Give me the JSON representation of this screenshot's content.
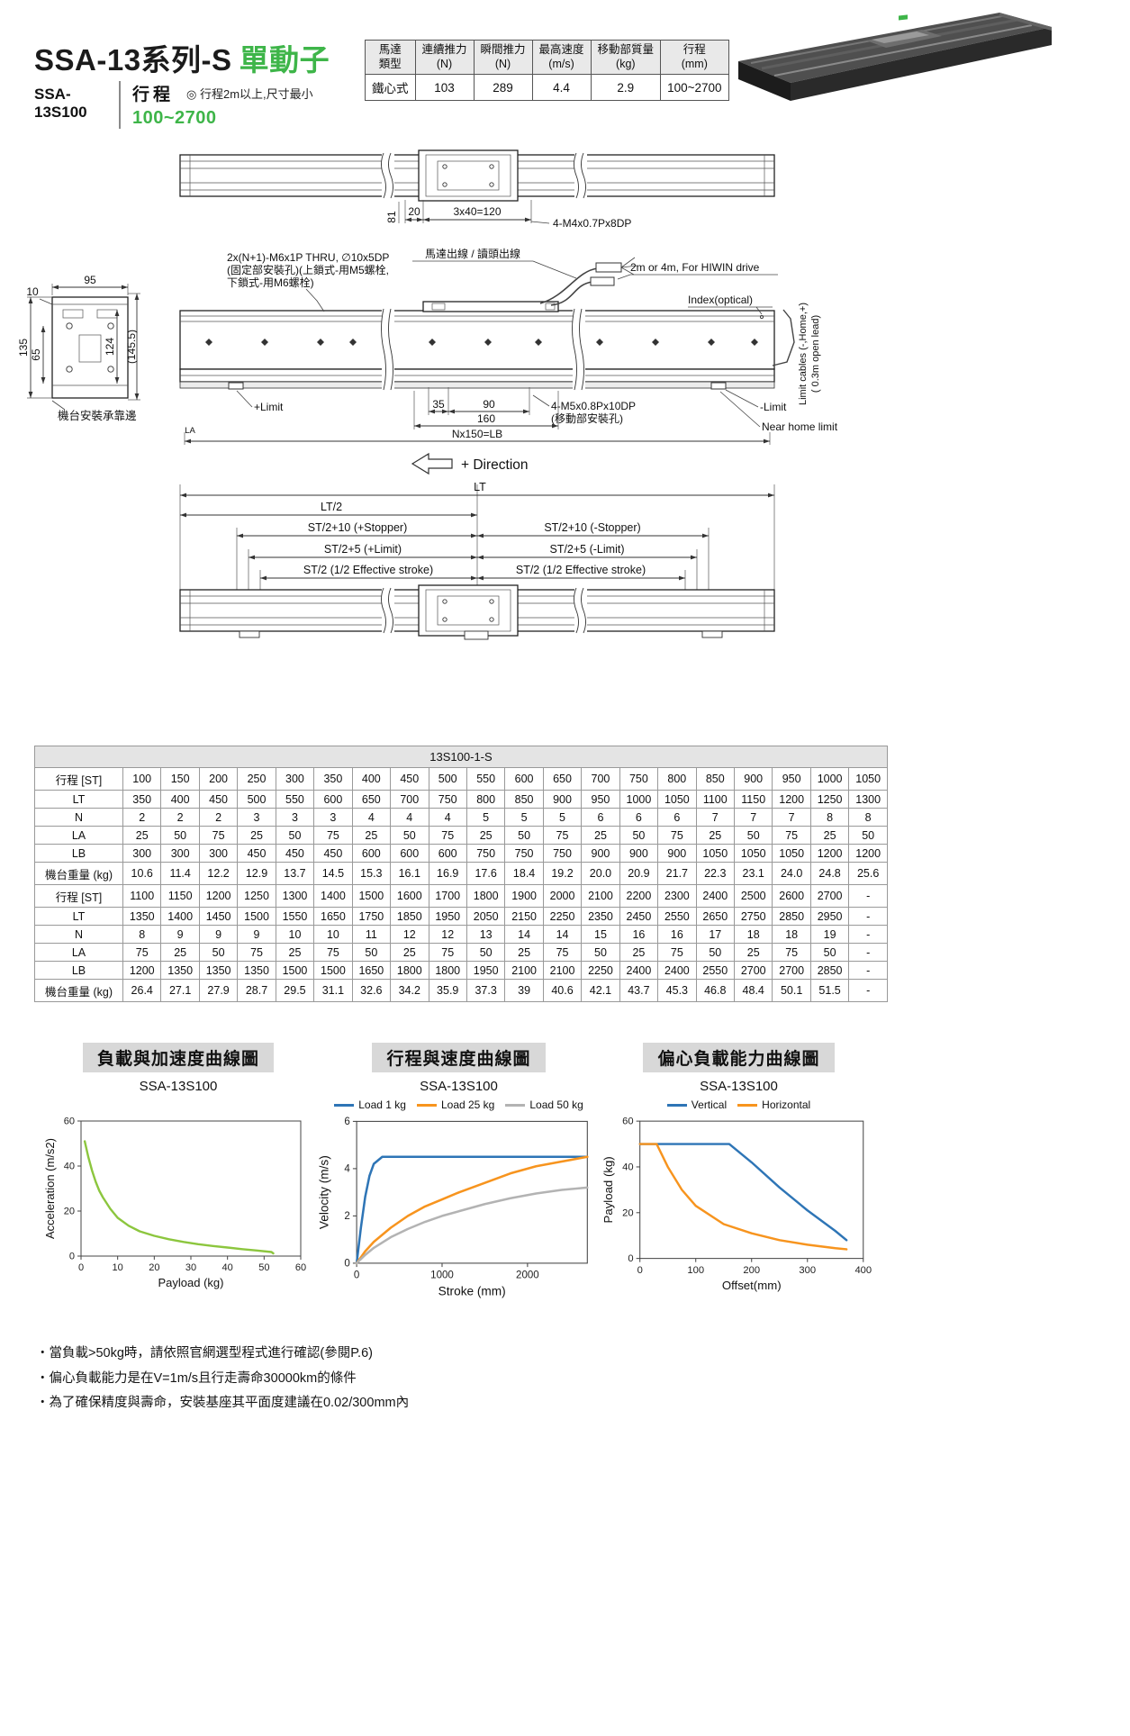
{
  "header": {
    "series_title": "SSA-13系列-S",
    "series_suffix": "單動子",
    "model": "SSA-13S100",
    "stroke_label": "行程",
    "stroke_range": "100~2700",
    "stroke_note": "◎ 行程2m以上,尺寸最小"
  },
  "spec_table": {
    "headers": [
      {
        "line1": "馬達",
        "line2": "類型"
      },
      {
        "line1": "連續推力",
        "line2": "(N)"
      },
      {
        "line1": "瞬間推力",
        "line2": "(N)"
      },
      {
        "line1": "最高速度",
        "line2": "(m/s)"
      },
      {
        "line1": "移動部質量",
        "line2": "(kg)"
      },
      {
        "line1": "行程",
        "line2": "(mm)"
      }
    ],
    "values": [
      "鐵心式",
      "103",
      "289",
      "4.4",
      "2.9",
      "100~2700"
    ]
  },
  "drawing": {
    "top_view": {
      "dim_81": "81",
      "dim_20": "20",
      "dim_3x40": "3x40=120",
      "holes_label": "4-M4x0.7Px8DP"
    },
    "side_view": {
      "fixing_line1": "2x(N+1)-M6x1P THRU, ∅10x5DP",
      "fixing_line2": "(固定部安裝孔)(上鎖式-用M5螺栓,",
      "fixing_line3": "下鎖式-用M6螺栓)",
      "cable_label": "馬達出線 / 讀頭出線",
      "cable_length_label": "2m or 4m, For HIWIN drive",
      "index_label": "Index(optical)",
      "dim_95": "95",
      "dim_10": "10",
      "dim_135": "135",
      "dim_65": "65",
      "dim_124": "124",
      "dim_145_5": "(145.5)",
      "datum_label": "機台安裝承靠邊",
      "plus_limit": "+Limit",
      "minus_limit": "-Limit",
      "near_home": "Near home limit",
      "dim_35": "35",
      "dim_90": "90",
      "dim_160": "160",
      "dim_nx150": "Nx150=LB",
      "dim_la": "LA",
      "carriage_holes_line1": "4-M5x0.8Px10DP",
      "carriage_holes_line2": "(移動部安裝孔)",
      "limit_cables_line1": "Limit cables (-,Home,+)",
      "limit_cables_line2": "( 0.3m open lead)"
    },
    "direction_label": "+ Direction",
    "stroke_diagram": {
      "lt": "LT",
      "lt_half": "LT/2",
      "stopper_plus": "ST/2+10 (+Stopper)",
      "stopper_minus": "ST/2+10 (-Stopper)",
      "limit_plus": "ST/2+5 (+Limit)",
      "limit_minus": "ST/2+5 (-Limit)",
      "effective_left": "ST/2 (1/2 Effective stroke)",
      "effective_right": "ST/2 (1/2 Effective stroke)"
    }
  },
  "dim_table": {
    "title": "13S100-1-S",
    "rows": [
      {
        "label": "行程 [ST]",
        "group_start": true,
        "values": [
          "100",
          "150",
          "200",
          "250",
          "300",
          "350",
          "400",
          "450",
          "500",
          "550",
          "600",
          "650",
          "700",
          "750",
          "800",
          "850",
          "900",
          "950",
          "1000",
          "1050"
        ]
      },
      {
        "label": "LT",
        "values": [
          "350",
          "400",
          "450",
          "500",
          "550",
          "600",
          "650",
          "700",
          "750",
          "800",
          "850",
          "900",
          "950",
          "1000",
          "1050",
          "1100",
          "1150",
          "1200",
          "1250",
          "1300"
        ]
      },
      {
        "label": "N",
        "values": [
          "2",
          "2",
          "2",
          "3",
          "3",
          "3",
          "4",
          "4",
          "4",
          "5",
          "5",
          "5",
          "6",
          "6",
          "6",
          "7",
          "7",
          "7",
          "8",
          "8"
        ]
      },
      {
        "label": "LA",
        "values": [
          "25",
          "50",
          "75",
          "25",
          "50",
          "75",
          "25",
          "50",
          "75",
          "25",
          "50",
          "75",
          "25",
          "50",
          "75",
          "25",
          "50",
          "75",
          "25",
          "50"
        ]
      },
      {
        "label": "LB",
        "values": [
          "300",
          "300",
          "300",
          "450",
          "450",
          "450",
          "600",
          "600",
          "600",
          "750",
          "750",
          "750",
          "900",
          "900",
          "900",
          "1050",
          "1050",
          "1050",
          "1200",
          "1200"
        ]
      },
      {
        "label": "機台重量 (kg)",
        "values": [
          "10.6",
          "11.4",
          "12.2",
          "12.9",
          "13.7",
          "14.5",
          "15.3",
          "16.1",
          "16.9",
          "17.6",
          "18.4",
          "19.2",
          "20.0",
          "20.9",
          "21.7",
          "22.3",
          "23.1",
          "24.0",
          "24.8",
          "25.6"
        ]
      },
      {
        "label": "行程 [ST]",
        "group_start": true,
        "values": [
          "1100",
          "1150",
          "1200",
          "1250",
          "1300",
          "1400",
          "1500",
          "1600",
          "1700",
          "1800",
          "1900",
          "2000",
          "2100",
          "2200",
          "2300",
          "2400",
          "2500",
          "2600",
          "2700",
          "-"
        ]
      },
      {
        "label": "LT",
        "values": [
          "1350",
          "1400",
          "1450",
          "1500",
          "1550",
          "1650",
          "1750",
          "1850",
          "1950",
          "2050",
          "2150",
          "2250",
          "2350",
          "2450",
          "2550",
          "2650",
          "2750",
          "2850",
          "2950",
          "-"
        ]
      },
      {
        "label": "N",
        "values": [
          "8",
          "9",
          "9",
          "9",
          "10",
          "10",
          "11",
          "12",
          "12",
          "13",
          "14",
          "14",
          "15",
          "16",
          "16",
          "17",
          "18",
          "18",
          "19",
          "-"
        ]
      },
      {
        "label": "LA",
        "values": [
          "75",
          "25",
          "50",
          "75",
          "25",
          "75",
          "50",
          "25",
          "75",
          "50",
          "25",
          "75",
          "50",
          "25",
          "75",
          "50",
          "25",
          "75",
          "50",
          "-"
        ]
      },
      {
        "label": "LB",
        "values": [
          "1200",
          "1350",
          "1350",
          "1350",
          "1500",
          "1500",
          "1650",
          "1800",
          "1800",
          "1950",
          "2100",
          "2100",
          "2250",
          "2400",
          "2400",
          "2550",
          "2700",
          "2700",
          "2850",
          "-"
        ]
      },
      {
        "label": "機台重量 (kg)",
        "values": [
          "26.4",
          "27.1",
          "27.9",
          "28.7",
          "29.5",
          "31.1",
          "32.6",
          "34.2",
          "35.9",
          "37.3",
          "39",
          "40.6",
          "42.1",
          "43.7",
          "45.3",
          "46.8",
          "48.4",
          "50.1",
          "51.5",
          "-"
        ]
      }
    ]
  },
  "chart_data": [
    {
      "type": "line",
      "title": "負載與加速度曲線圖",
      "subtitle": "SSA-13S100",
      "xlabel": "Payload (kg)",
      "ylabel": "Acceleration (m/s2)",
      "xlim": [
        0,
        60
      ],
      "ylim": [
        0,
        60
      ],
      "xticks": [
        0,
        10,
        20,
        30,
        40,
        50,
        60
      ],
      "yticks": [
        0,
        20,
        40,
        60
      ],
      "legend": false,
      "series": [
        {
          "name": "Acceleration",
          "color": "#8cc63e",
          "x": [
            1,
            2,
            3,
            4,
            5,
            6,
            8,
            10,
            13,
            16,
            20,
            24,
            28,
            32,
            36,
            40,
            44,
            48,
            52,
            52.5
          ],
          "y": [
            51,
            44,
            38,
            33,
            29,
            26,
            21,
            17,
            13.5,
            11,
            9,
            7.5,
            6.3,
            5.3,
            4.5,
            3.8,
            3.1,
            2.5,
            1.8,
            1.2
          ]
        }
      ]
    },
    {
      "type": "line",
      "title": "行程與速度曲線圖",
      "subtitle": "SSA-13S100",
      "xlabel": "Stroke (mm)",
      "ylabel": "Velocity (m/s)",
      "xlim": [
        0,
        2700
      ],
      "ylim": [
        0,
        6
      ],
      "xticks": [
        0,
        1000,
        2000
      ],
      "yticks": [
        0,
        2,
        4,
        6
      ],
      "legend": true,
      "series": [
        {
          "name": "Load 1 kg",
          "color": "#2e75b6",
          "x": [
            0,
            50,
            100,
            150,
            200,
            300,
            400,
            2700
          ],
          "y": [
            0,
            1.5,
            2.8,
            3.7,
            4.2,
            4.5,
            4.5,
            4.5
          ]
        },
        {
          "name": "Load 25 kg",
          "color": "#f7941e",
          "x": [
            0,
            100,
            200,
            400,
            600,
            800,
            1000,
            1200,
            1500,
            1800,
            2100,
            2400,
            2700
          ],
          "y": [
            0,
            0.5,
            0.9,
            1.5,
            2.0,
            2.4,
            2.7,
            3.0,
            3.4,
            3.8,
            4.1,
            4.3,
            4.5
          ]
        },
        {
          "name": "Load 50 kg",
          "color": "#b3b3b3",
          "x": [
            0,
            100,
            200,
            400,
            600,
            800,
            1000,
            1200,
            1500,
            1800,
            2100,
            2400,
            2700
          ],
          "y": [
            0,
            0.35,
            0.65,
            1.1,
            1.45,
            1.75,
            2.0,
            2.2,
            2.5,
            2.75,
            2.95,
            3.1,
            3.2
          ]
        }
      ]
    },
    {
      "type": "line",
      "title": "偏心負載能力曲線圖",
      "subtitle": "SSA-13S100",
      "xlabel": "Offset(mm)",
      "ylabel": "Payload (kg)",
      "xlim": [
        0,
        400
      ],
      "ylim": [
        0,
        60
      ],
      "xticks": [
        0,
        100,
        200,
        300,
        400
      ],
      "yticks": [
        0,
        20,
        40,
        60
      ],
      "legend": true,
      "series": [
        {
          "name": "Vertical",
          "color": "#2e75b6",
          "x": [
            0,
            160,
            200,
            250,
            300,
            350,
            370
          ],
          "y": [
            50,
            50,
            42,
            31,
            21,
            12,
            8
          ]
        },
        {
          "name": "Horizontal",
          "color": "#f7941e",
          "x": [
            0,
            30,
            50,
            75,
            100,
            150,
            200,
            250,
            300,
            350,
            370
          ],
          "y": [
            50,
            50,
            40,
            30,
            23,
            15,
            11,
            8,
            6,
            4.5,
            4
          ]
        }
      ]
    }
  ],
  "notes": [
    "・當負載>50kg時，請依照官網選型程式進行確認(參閱P.6)",
    "・偏心負載能力是在V=1m/s且行走壽命30000km的條件",
    "・為了確保精度與壽命，安裝基座其平面度建議在0.02/300mm內"
  ]
}
